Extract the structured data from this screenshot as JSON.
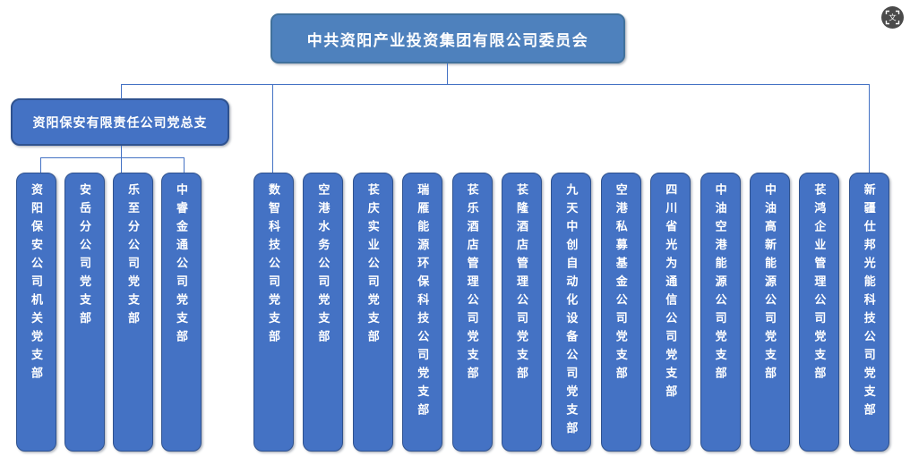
{
  "root": {
    "label": "中共资阳产业投资集团有限公司委员会"
  },
  "branch": {
    "label": "资阳保安有限责任公司党总支",
    "children": [
      "资阳保安公司机关党支部",
      "安岳分公司党支部",
      "乐至分公司党支部",
      "中睿金通公司党支部"
    ]
  },
  "departments": [
    "数智科技公司党支部",
    "空港水务公司党支部",
    "苌庆实业公司党支部",
    "瑞雁能源环保科技公司党支部",
    "苌乐酒店管理公司党支部",
    "苌隆酒店管理公司党支部",
    "九天中创自动化设备公司党支部",
    "空港私募基金公司党支部",
    "四川省光为通信公司党支部",
    "中油空港能源公司党支部",
    "中油高新能源公司党支部",
    "苌鸿企业管理公司党支部",
    "新疆仕邦光能科技公司党支部"
  ],
  "icons": {
    "capture_glyph": "文"
  },
  "colors": {
    "box_fill": "#4472C4",
    "box_border": "#2F528F",
    "top_fill": "#4E81BD",
    "top_border": "#41719C",
    "line": "#4472C4",
    "icon_bg": "#4A4A4A"
  }
}
